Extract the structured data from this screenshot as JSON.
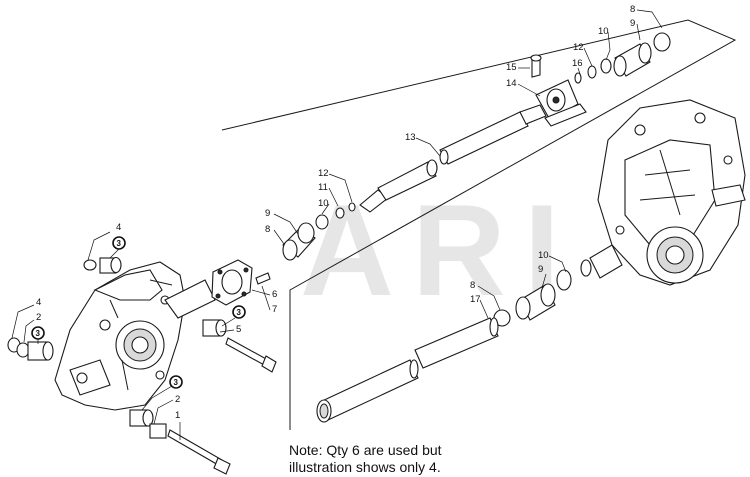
{
  "watermark": "ARI",
  "note": {
    "line1": "Note: Qty 6 are used but",
    "line2": "illustration shows only 4."
  },
  "callouts": {
    "c_8_top": "8",
    "c_10_top": "10",
    "c_9_top": "9",
    "c_12_top": "12",
    "c_15": "15",
    "c_16": "16",
    "c_14": "14",
    "c_13": "13",
    "c_12_mid": "12",
    "c_11": "11",
    "c_10_mid": "10",
    "c_9_mid": "9",
    "c_8_mid": "8",
    "c_4_top": "4",
    "c_3_top": "3",
    "c_6": "6",
    "c_7": "7",
    "c_3_mid": "3",
    "c_5": "5",
    "c_4_left": "4",
    "c_2_left": "2",
    "c_3_left": "3",
    "c_3_bottom": "3",
    "c_2_bottom": "2",
    "c_1": "1",
    "c_10_right": "10",
    "c_9_right": "9",
    "c_8_right": "8",
    "c_17": "17"
  }
}
